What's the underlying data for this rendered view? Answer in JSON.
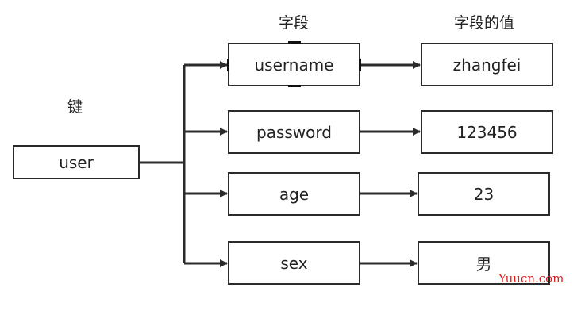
{
  "labels": {
    "key": "键",
    "fields": "字段",
    "values": "字段的值"
  },
  "key_node": {
    "text": "user"
  },
  "fields": [
    {
      "name": "username",
      "value": "zhangfei"
    },
    {
      "name": "password",
      "value": "123456"
    },
    {
      "name": "age",
      "value": "23"
    },
    {
      "name": "sex",
      "value": "男"
    }
  ],
  "watermark": "Yuucn.com",
  "colors": {
    "stroke": "#2b2b2b",
    "text": "#222222",
    "watermark": "#e02020"
  }
}
